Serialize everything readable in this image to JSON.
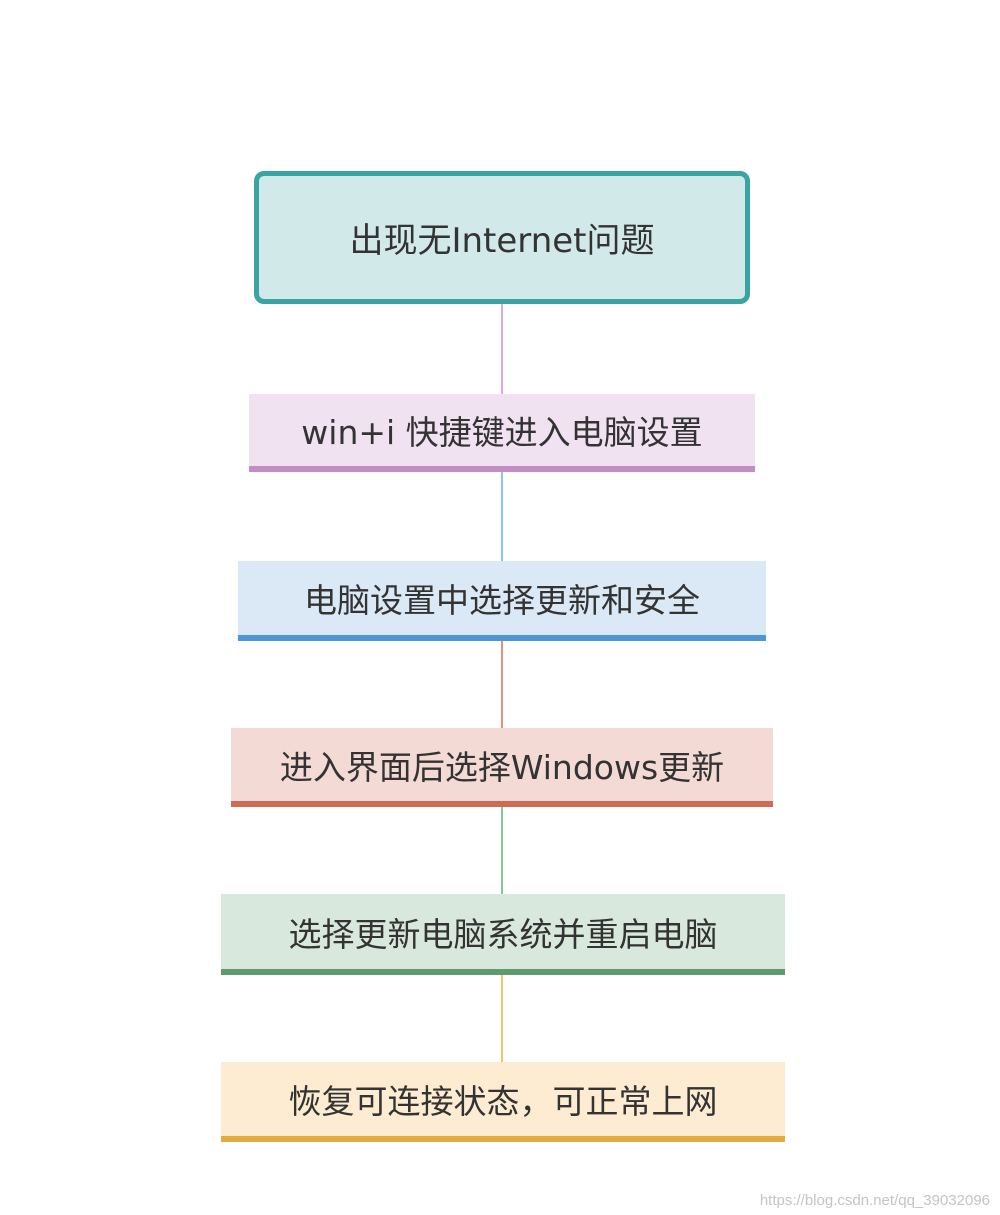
{
  "flowchart": {
    "root": {
      "label": "出现无Internet问题",
      "fill": "#d2e9ea",
      "border": "#3aa3a3"
    },
    "steps": [
      {
        "label": "win+i 快捷键进入电脑设置",
        "fill": "#f1e2f1",
        "accent": "#c48cc6",
        "connector": "#e0a8e3"
      },
      {
        "label": "电脑设置中选择更新和安全",
        "fill": "#dbe9f7",
        "accent": "#4d97d8",
        "connector": "#8cc2ef"
      },
      {
        "label": "进入界面后选择Windows更新",
        "fill": "#f4dad5",
        "accent": "#cf6a55",
        "connector": "#e7907f"
      },
      {
        "label": "选择更新电脑系统并重启电脑",
        "fill": "#d9e8dc",
        "accent": "#5e9a6b",
        "connector": "#8cc59a"
      },
      {
        "label": "恢复可连接状态，可正常上网",
        "fill": "#fdebd2",
        "accent": "#e4aa3d",
        "connector": "#f0c46a"
      }
    ]
  },
  "watermark": "https://blog.csdn.net/qq_39032096"
}
